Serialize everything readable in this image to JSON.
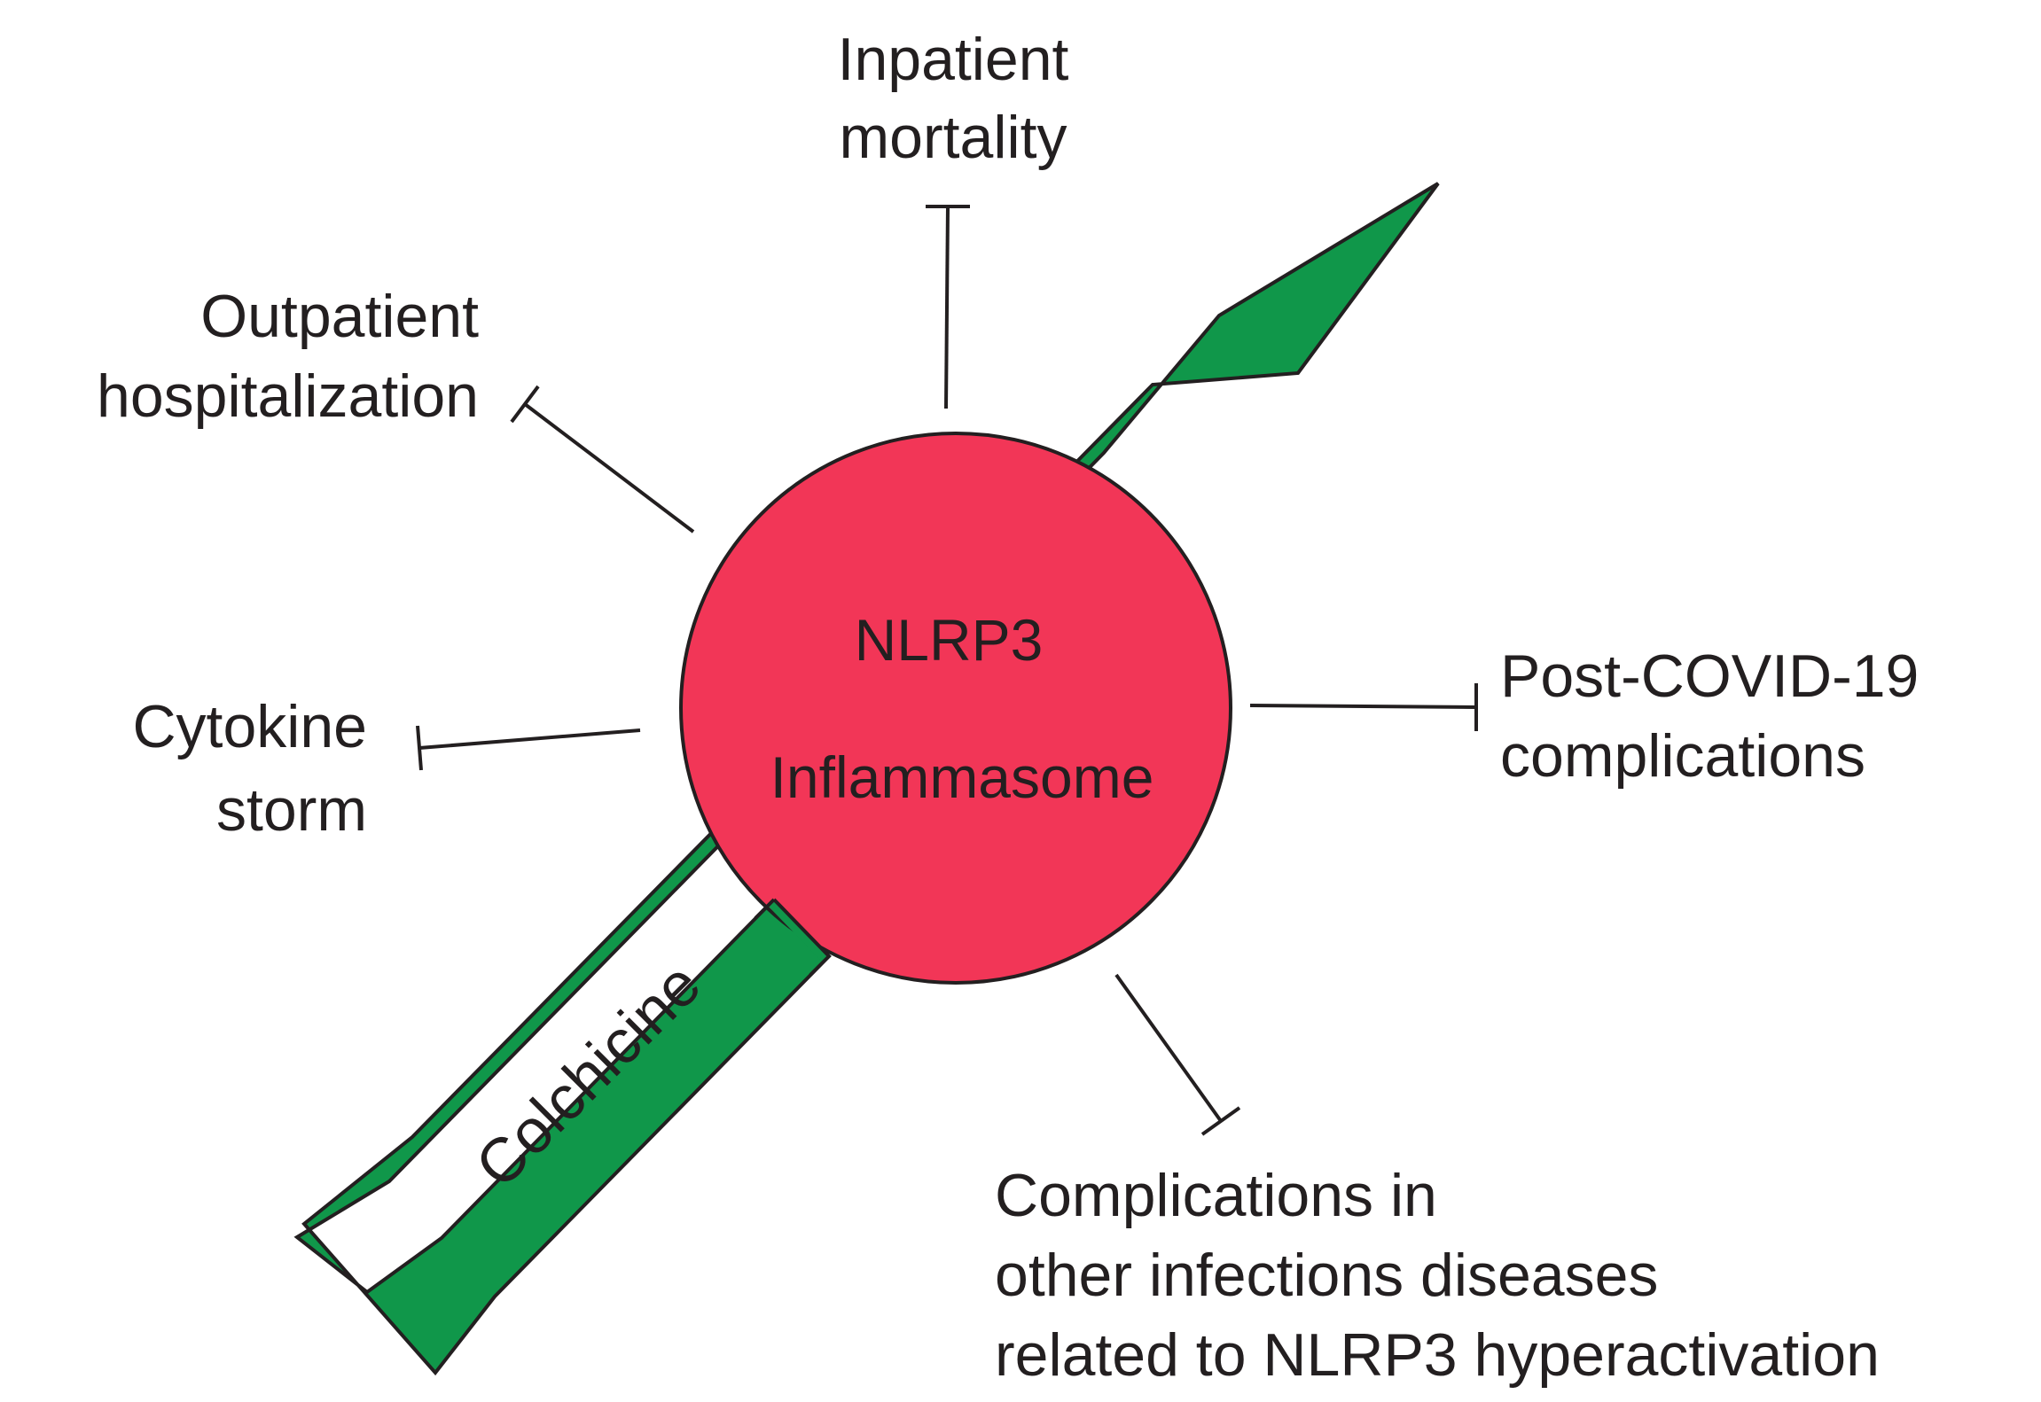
{
  "center": {
    "line1": "NLRP3",
    "line2": "Inflammasome"
  },
  "drug": {
    "label": "Colchicine"
  },
  "outcomes": {
    "inpatient_mortality": [
      "Inpatient",
      "mortality"
    ],
    "outpatient_hospitalization": [
      "Outpatient",
      "hospitalization"
    ],
    "cytokine_storm": [
      "Cytokine",
      "storm"
    ],
    "post_covid": [
      "Post-COVID-19",
      "complications"
    ],
    "other_infections": [
      "Complications in",
      "other infections diseases",
      "related to NLRP3 hyperactivation"
    ]
  },
  "colors": {
    "circle_fill": "#f23657",
    "arrow_fill": "#10974a",
    "stroke": "#231f20"
  }
}
